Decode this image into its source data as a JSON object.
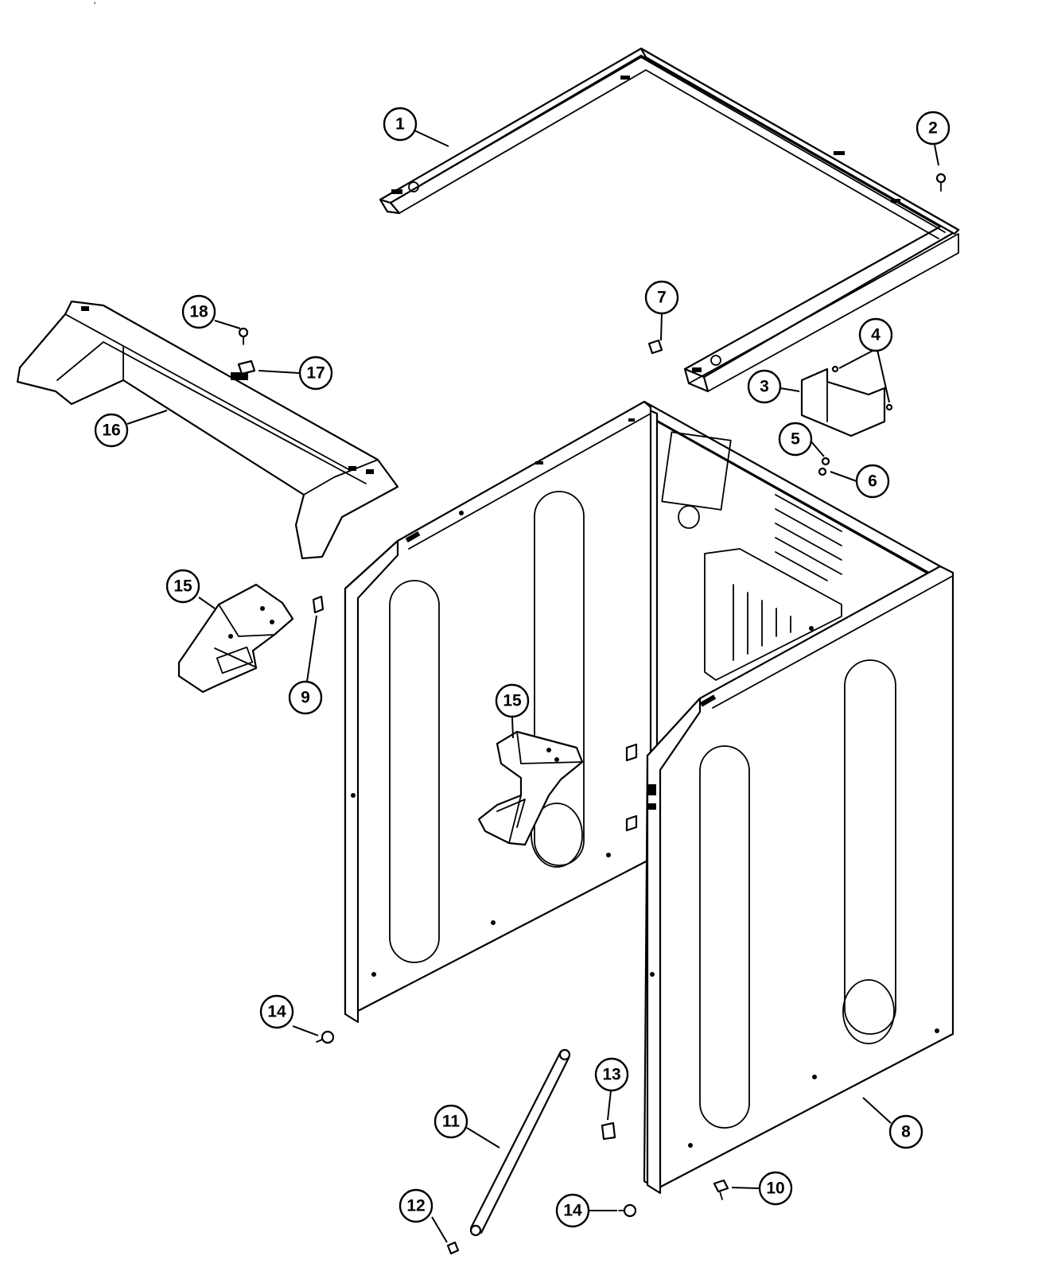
{
  "diagram": {
    "callouts": [
      {
        "id": "c1",
        "label": "1"
      },
      {
        "id": "c2",
        "label": "2"
      },
      {
        "id": "c3",
        "label": "3"
      },
      {
        "id": "c4",
        "label": "4"
      },
      {
        "id": "c5",
        "label": "5"
      },
      {
        "id": "c6",
        "label": "6"
      },
      {
        "id": "c7",
        "label": "7"
      },
      {
        "id": "c8",
        "label": "8"
      },
      {
        "id": "c9",
        "label": "9"
      },
      {
        "id": "c10",
        "label": "10"
      },
      {
        "id": "c11",
        "label": "11"
      },
      {
        "id": "c12",
        "label": "12"
      },
      {
        "id": "c13",
        "label": "13"
      },
      {
        "id": "c14a",
        "label": "14"
      },
      {
        "id": "c14b",
        "label": "14"
      },
      {
        "id": "c15a",
        "label": "15"
      },
      {
        "id": "c15b",
        "label": "15"
      },
      {
        "id": "c16",
        "label": "16"
      },
      {
        "id": "c17",
        "label": "17"
      },
      {
        "id": "c18",
        "label": "18"
      }
    ],
    "corner_mark": "'"
  },
  "colors": {
    "line": "#000000",
    "background": "#ffffff"
  }
}
